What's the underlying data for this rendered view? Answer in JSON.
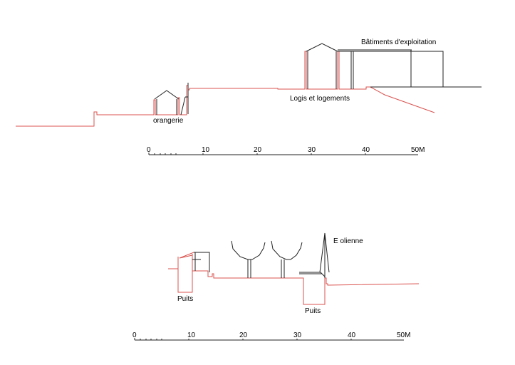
{
  "section_1": {
    "labels": {
      "batiments": "Bâtiments d'exploitation",
      "logis": "Logis et logements",
      "orangerie": "orangerie"
    },
    "scale": {
      "ticks": [
        "0",
        "10",
        "20",
        "30",
        "40",
        "50M"
      ]
    }
  },
  "section_2": {
    "labels": {
      "eolienne": "E olienne",
      "puits_left": "Puits",
      "puits_right": "Puits"
    },
    "scale": {
      "ticks": [
        "0",
        "10",
        "20",
        "30",
        "40",
        "50M"
      ]
    }
  },
  "colors": {
    "red_line": "#d9534f",
    "black_line": "#222222"
  }
}
